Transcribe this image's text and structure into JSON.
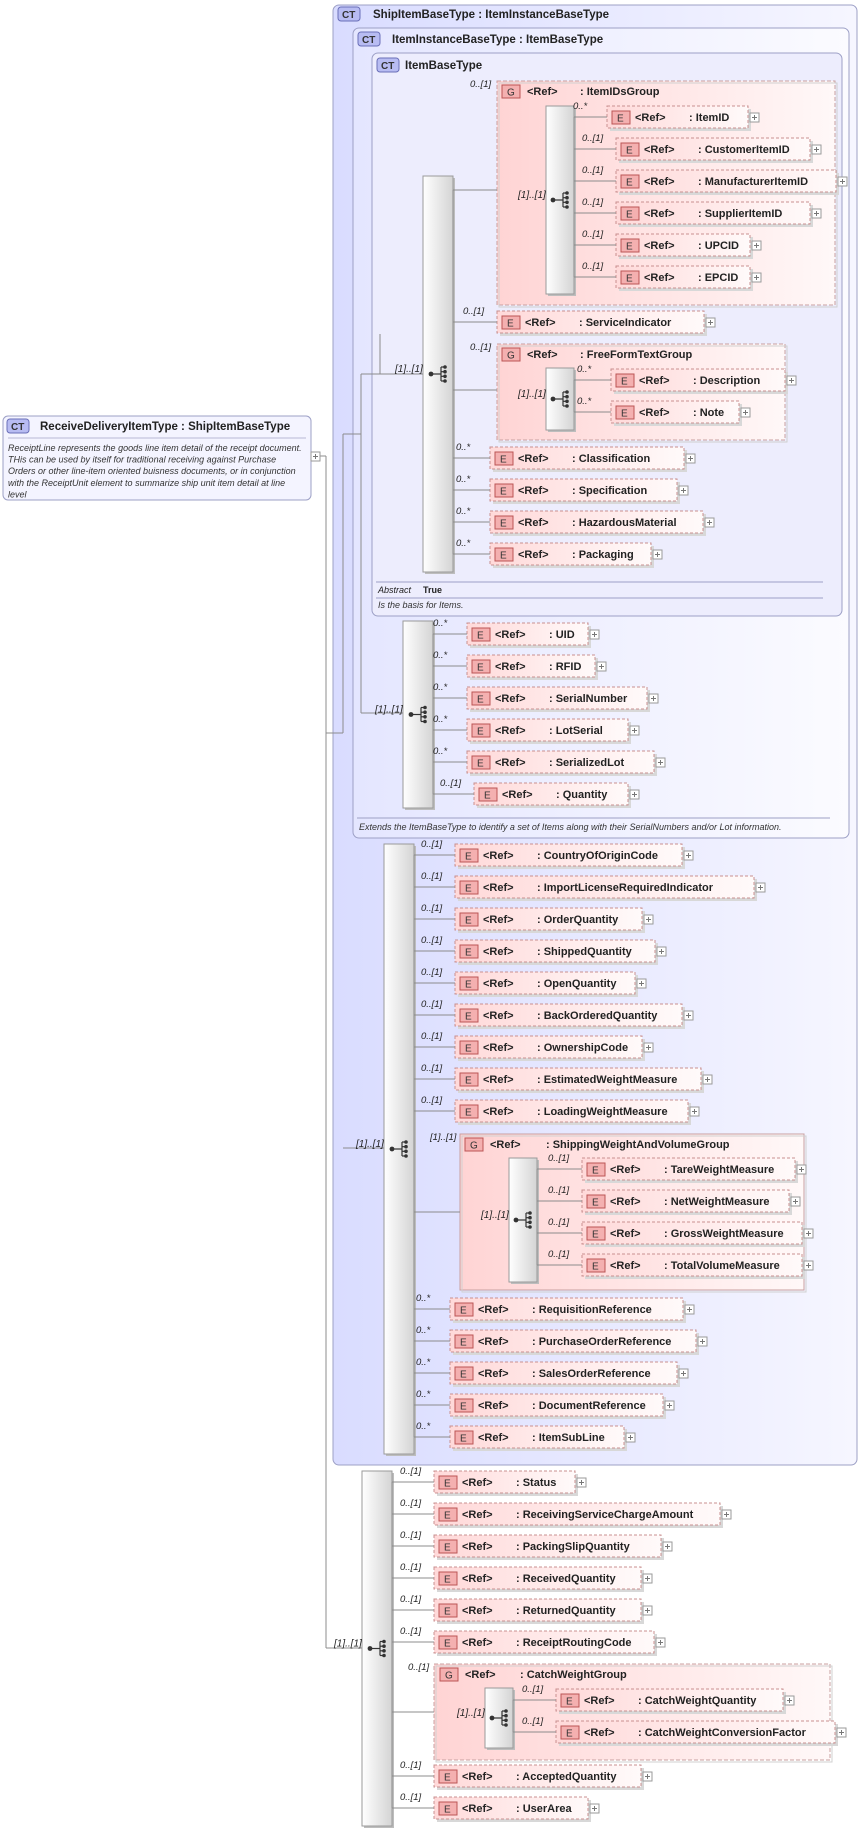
{
  "root": {
    "badge": "CT",
    "title": "ReceiveDeliveryItemType : ShipItemBaseType",
    "description": [
      "ReceiptLine represents the goods line item detail of the receipt document.",
      "THis can be used by itself for traditional receiving against Purchase",
      "Orders or other line-item oriented buisness documents, or in conjunction",
      "with the ReceiptUnit element to summarize ship unit item detail at line",
      "level"
    ]
  },
  "ship_base": {
    "badge": "CT",
    "title": "ShipItemBaseType : ItemInstanceBaseType"
  },
  "instance_base": {
    "badge": "CT",
    "title": "ItemInstanceBaseType : ItemBaseType",
    "note": "Extends the ItemBaseType to identify a set of Items along with their SerialNumbers and/or Lot information."
  },
  "item_base": {
    "badge": "CT",
    "title": "ItemBaseType",
    "abstract_label": "Abstract",
    "abstract_value": "True",
    "note": "Is the basis for Items."
  },
  "ref_label": "<Ref>",
  "element_badge": "E",
  "group_badge": "G",
  "seq_cards": {
    "item_base": "[1]..[1]",
    "item_ids": "[1]..[1]",
    "free_form": "[1]..[1]",
    "instance": "[1]..[1]",
    "ship": "[1]..[1]",
    "shipping_weight": "[1]..[1]",
    "receive": "[1]..[1]",
    "catch_weight": "[1]..[1]"
  },
  "groups": {
    "item_ids": {
      "name": ": ItemIDsGroup",
      "card": "0..[1]"
    },
    "free_form": {
      "name": ": FreeFormTextGroup",
      "card": "0..[1]"
    },
    "shipping_weight": {
      "name": ": ShippingWeightAndVolumeGroup",
      "card": "[1]..[1]"
    },
    "catch_weight": {
      "name": ": CatchWeightGroup",
      "card": "0..[1]"
    }
  },
  "elements": {
    "item_ids": [
      {
        "name": ": ItemID",
        "card": "0..*"
      },
      {
        "name": ": CustomerItemID",
        "card": "0..[1]"
      },
      {
        "name": ": ManufacturerItemID",
        "card": "0..[1]"
      },
      {
        "name": ": SupplierItemID",
        "card": "0..[1]"
      },
      {
        "name": ": UPCID",
        "card": "0..[1]"
      },
      {
        "name": ": EPCID",
        "card": "0..[1]"
      }
    ],
    "service": {
      "name": ": ServiceIndicator",
      "card": "0..[1]"
    },
    "free_form": [
      {
        "name": ": Description",
        "card": "0..*"
      },
      {
        "name": ": Note",
        "card": "0..*"
      }
    ],
    "item_base_tail": [
      {
        "name": ": Classification",
        "card": "0..*"
      },
      {
        "name": ": Specification",
        "card": "0..*"
      },
      {
        "name": ": HazardousMaterial",
        "card": "0..*"
      },
      {
        "name": ": Packaging",
        "card": "0..*"
      }
    ],
    "instance": [
      {
        "name": ": UID",
        "card": "0..*"
      },
      {
        "name": ": RFID",
        "card": "0..*"
      },
      {
        "name": ": SerialNumber",
        "card": "0..*"
      },
      {
        "name": ": LotSerial",
        "card": "0..*"
      },
      {
        "name": ": SerializedLot",
        "card": "0..*"
      },
      {
        "name": ": Quantity",
        "card": "0..[1]"
      }
    ],
    "ship": [
      {
        "name": ": CountryOfOriginCode",
        "card": "0..[1]"
      },
      {
        "name": ": ImportLicenseRequiredIndicator",
        "card": "0..[1]"
      },
      {
        "name": ": OrderQuantity",
        "card": "0..[1]"
      },
      {
        "name": ": ShippedQuantity",
        "card": "0..[1]"
      },
      {
        "name": ": OpenQuantity",
        "card": "0..[1]"
      },
      {
        "name": ": BackOrderedQuantity",
        "card": "0..[1]"
      },
      {
        "name": ": OwnershipCode",
        "card": "0..[1]"
      },
      {
        "name": ": EstimatedWeightMeasure",
        "card": "0..[1]"
      },
      {
        "name": ": LoadingWeightMeasure",
        "card": "0..[1]"
      }
    ],
    "shipping_weight": [
      {
        "name": ": TareWeightMeasure",
        "card": "0..[1]"
      },
      {
        "name": ": NetWeightMeasure",
        "card": "0..[1]"
      },
      {
        "name": ": GrossWeightMeasure",
        "card": "0..[1]"
      },
      {
        "name": ": TotalVolumeMeasure",
        "card": "0..[1]"
      }
    ],
    "ship_tail": [
      {
        "name": ": RequisitionReference",
        "card": "0..*"
      },
      {
        "name": ": PurchaseOrderReference",
        "card": "0..*"
      },
      {
        "name": ": SalesOrderReference",
        "card": "0..*"
      },
      {
        "name": ": DocumentReference",
        "card": "0..*"
      },
      {
        "name": ": ItemSubLine",
        "card": "0..*"
      }
    ],
    "receive": [
      {
        "name": ": Status",
        "card": "0..[1]"
      },
      {
        "name": ": ReceivingServiceChargeAmount",
        "card": "0..[1]"
      },
      {
        "name": ": PackingSlipQuantity",
        "card": "0..[1]"
      },
      {
        "name": ": ReceivedQuantity",
        "card": "0..[1]"
      },
      {
        "name": ": ReturnedQuantity",
        "card": "0..[1]"
      },
      {
        "name": ": ReceiptRoutingCode",
        "card": "0..[1]"
      }
    ],
    "catch_weight": [
      {
        "name": ": CatchWeightQuantity",
        "card": "0..[1]"
      },
      {
        "name": ": CatchWeightConversionFactor",
        "card": "0..[1]"
      }
    ],
    "receive_tail": [
      {
        "name": ": AcceptedQuantity",
        "card": "0..[1]"
      },
      {
        "name": ": UserArea",
        "card": "0..[1]"
      }
    ]
  }
}
